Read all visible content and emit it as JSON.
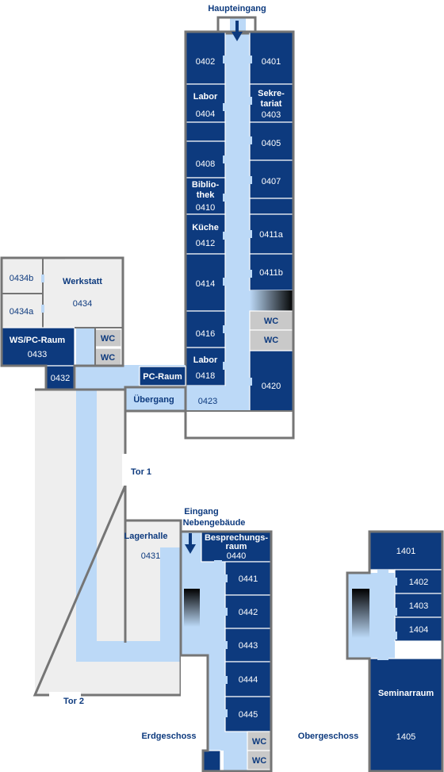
{
  "labels": {
    "main_entrance": "Haupteingang",
    "annex_entrance_1": "Eingang",
    "annex_entrance_2": "Nebengebäude",
    "ground_floor": "Erdgeschoss",
    "upper_floor": "Obergeschoss",
    "gate_1": "Tor 1",
    "gate_2": "Tor 2",
    "passage": "Übergang"
  },
  "rooms": {
    "r0401": "0401",
    "r0402": "0402",
    "r0403_name1": "Sekre-",
    "r0403_name2": "tariat",
    "r0403": "0403",
    "r0404_name": "Labor",
    "r0404": "0404",
    "r0405": "0405",
    "r0407": "0407",
    "r0408": "0408",
    "r0410_name1": "Biblio-",
    "r0410_name2": "thek",
    "r0410": "0410",
    "r0411a": "0411a",
    "r0411b": "0411b",
    "r0412_name": "Küche",
    "r0412": "0412",
    "r0414": "0414",
    "r0416": "0416",
    "r0418_name": "Labor",
    "r0418": "0418",
    "r0420": "0420",
    "r0423": "0423",
    "pc_room": "PC-Raum",
    "r0431_name": "Lagerhalle",
    "r0431": "0431",
    "r0432": "0432",
    "r0433_name": "WS/PC-Raum",
    "r0433": "0433",
    "r0434_name": "Werkstatt",
    "r0434": "0434",
    "r0434a": "0434a",
    "r0434b": "0434b",
    "r0440_name1": "Besprechungs-",
    "r0440_name2": "raum",
    "r0440": "0440",
    "r0441": "0441",
    "r0442": "0442",
    "r0443": "0443",
    "r0444": "0444",
    "r0445": "0445",
    "r1401": "1401",
    "r1402": "1402",
    "r1403": "1403",
    "r1404": "1404",
    "r1405_name": "Seminarraum",
    "r1405": "1405",
    "wc": "WC"
  },
  "colors": {
    "room": "#0d3a7e",
    "corridor": "#bcd9f7",
    "wc": "#c9c9c9",
    "hall": "#eeeeee",
    "wall": "#757575"
  }
}
